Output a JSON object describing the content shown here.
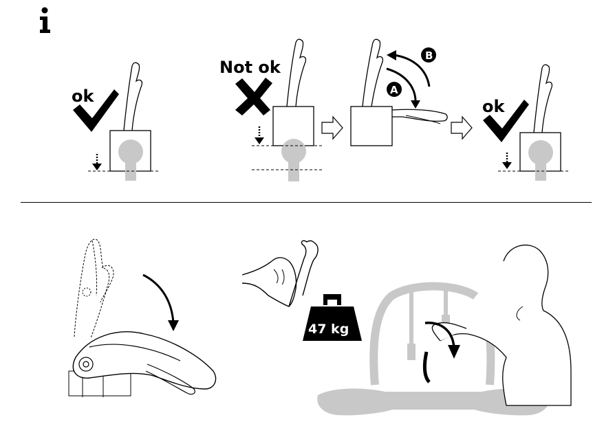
{
  "info_symbol": "i",
  "panel_1": {
    "label": "ok"
  },
  "panel_2": {
    "label": "Not ok"
  },
  "panel_3": {
    "marker_a": "A",
    "marker_b": "B"
  },
  "panel_4": {
    "label": "ok"
  },
  "weight": {
    "label": "47 kg"
  },
  "colors": {
    "ink": "#000000",
    "gray": "#c8c8c8"
  },
  "icons": [
    "info-icon",
    "checkmark-icon",
    "cross-icon",
    "arrow-right-icon",
    "curved-arrow-icon",
    "weight-icon",
    "flexed-arm-icon"
  ]
}
